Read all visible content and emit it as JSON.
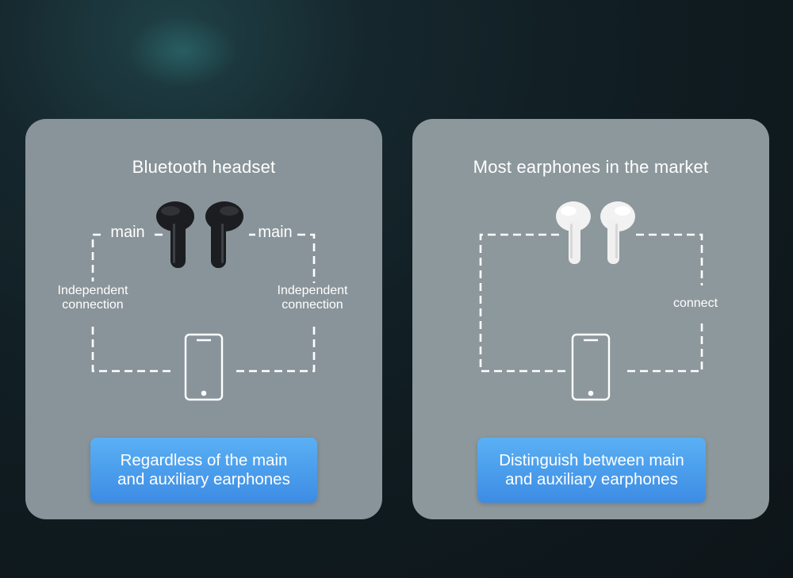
{
  "left_panel": {
    "title": "Bluetooth headset",
    "main_label_left": "main",
    "main_label_right": "main",
    "independent_left": [
      "Independent",
      "connection"
    ],
    "independent_right": [
      "Independent",
      "connection"
    ],
    "callout": [
      "Regardless of the main",
      "and auxiliary earphones"
    ]
  },
  "right_panel": {
    "title": "Most earphones in the market",
    "connect_label": "connect",
    "callout": [
      "Distinguish between main",
      "and auxiliary earphones"
    ]
  },
  "colors": {
    "panel": "#8b969a",
    "accent_button": "#4a9deb",
    "dark_earbud": "#1b1d20",
    "white_earbud": "#f2f2f2"
  },
  "icons": [
    "black-earbuds-icon",
    "white-earbuds-icon",
    "smartphone-icon"
  ]
}
